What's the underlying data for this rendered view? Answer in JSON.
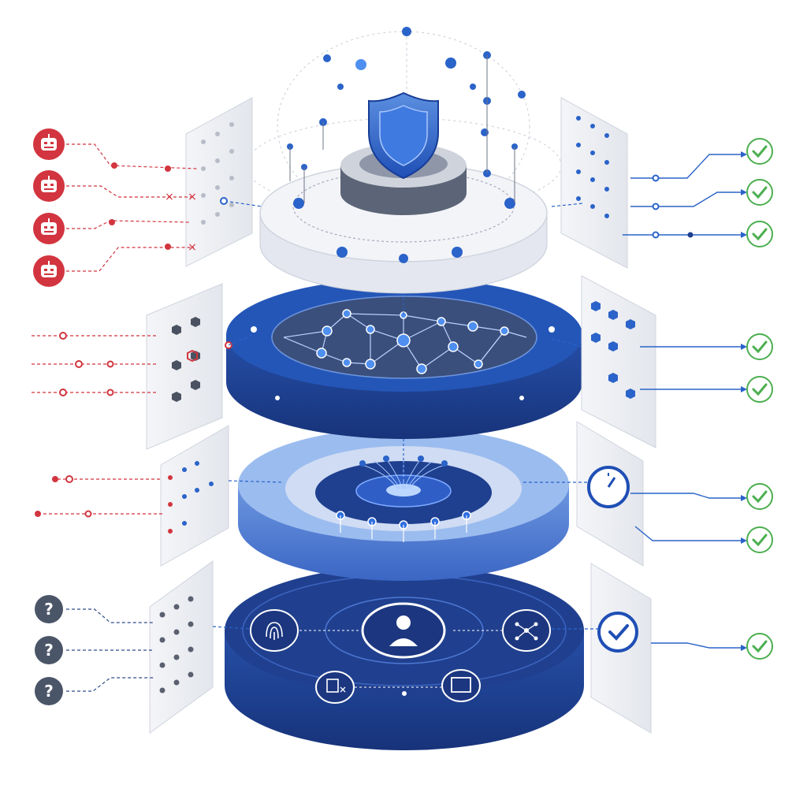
{
  "diagram": {
    "layers": [
      {
        "id": "perimeter-layer",
        "icon": "shield-icon",
        "style": "white-disc"
      },
      {
        "id": "network-layer",
        "icon": "network-graph-icon",
        "style": "dark-blue-disc"
      },
      {
        "id": "data-filter-layer",
        "icon": "funnel-icon",
        "style": "light-blue-disc"
      },
      {
        "id": "identity-layer",
        "icons": [
          "user-icon",
          "fingerprint-icon",
          "device-icon",
          "monitor-icon",
          "node-graph-icon"
        ],
        "style": "navy-disc"
      }
    ],
    "left_inputs": {
      "threats": [
        "robot-threat-icon",
        "robot-threat-icon",
        "robot-threat-icon",
        "robot-threat-icon"
      ],
      "unknowns": [
        {
          "glyph": "?"
        },
        {
          "glyph": "?"
        },
        {
          "glyph": "?"
        }
      ]
    },
    "right_outputs": {
      "check_count": 8,
      "status_icons": [
        "clock-icon",
        "check-badge-icon"
      ]
    },
    "colors": {
      "navy": "#1d3f8f",
      "blue": "#2a63c9",
      "light_blue": "#7ea6e6",
      "threat_red": "#d2353f",
      "success_green": "#4caf50",
      "unknown_gray": "#4a5568"
    }
  }
}
